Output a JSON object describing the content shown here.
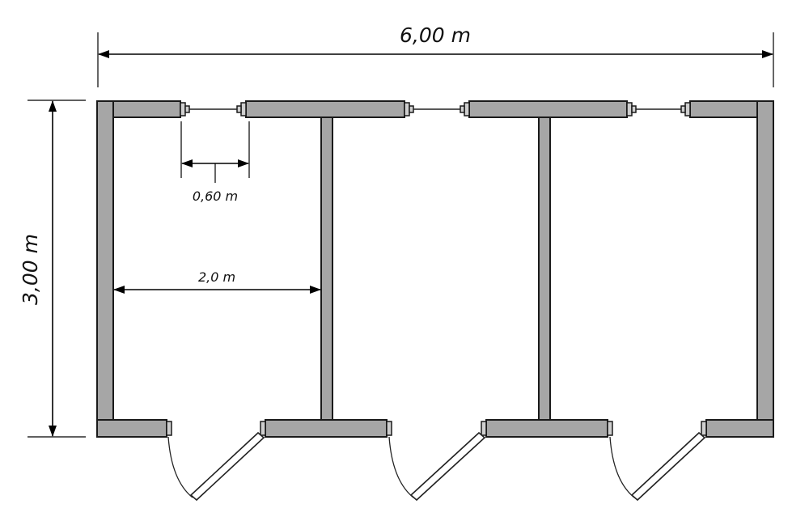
{
  "dimensions": {
    "total_width": "6,00 m",
    "total_depth": "3,00 m",
    "room_width": "2,0 m",
    "window_width": "0,60 m"
  }
}
